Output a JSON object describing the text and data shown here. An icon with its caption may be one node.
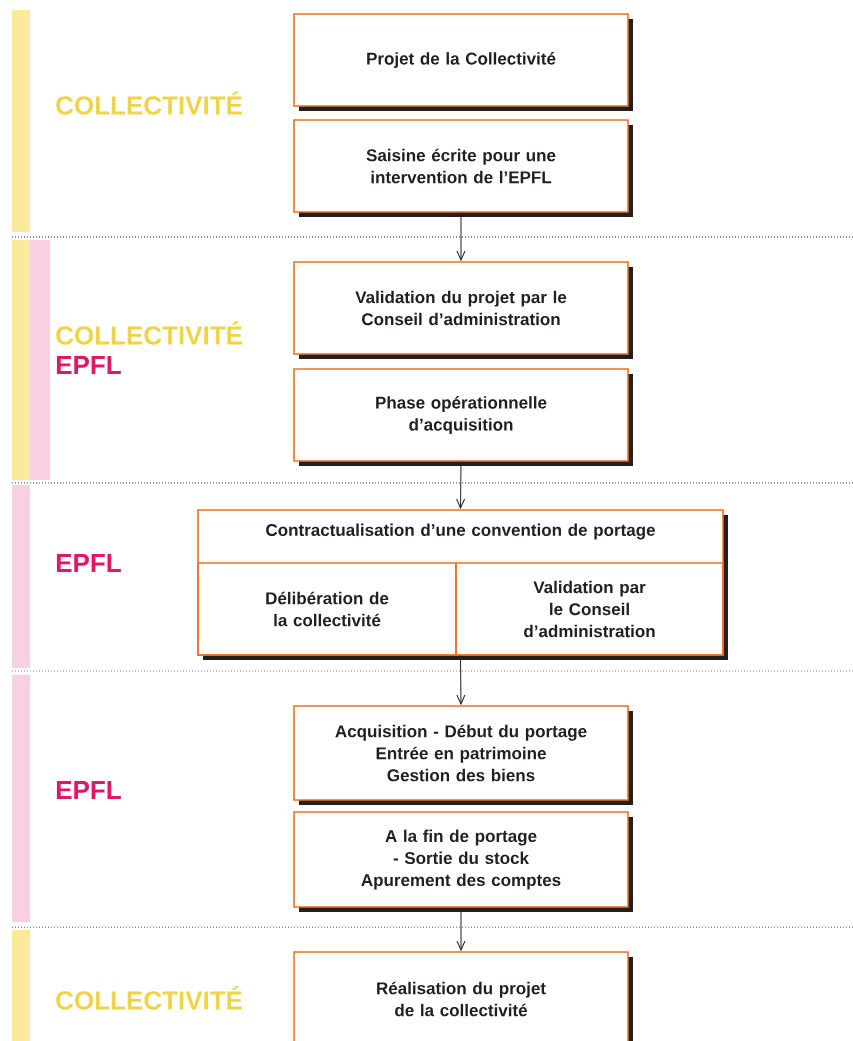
{
  "diagram": {
    "nodes": [
      {
        "text": [
          "Projet de la Collectivité"
        ]
      },
      {
        "text": [
          "Saisine écrite pour une intervention de l’EPFL"
        ]
      },
      {
        "text": [
          "Validation du projet par le Conseil d’administration"
        ]
      },
      {
        "text": [
          "Phase opérationnelle d’acquisition"
        ]
      },
      {
        "text": [
          "Contractualisation d’une convention de portage"
        ]
      },
      {
        "text": [
          "Délibération de la collectivité"
        ],
        "in": 4
      },
      {
        "text": [
          "Validation par le Conseil d’administration"
        ],
        "in": 4
      },
      {
        "text": [
          "Acquisition - Début du portage",
          "Entrée en patrimoine",
          "Gestion des biens"
        ]
      },
      {
        "text": [
          "A la fin de portage - Sortie du stock",
          "Apurement des comptes"
        ]
      },
      {
        "text": [
          "Réalisation du projet de la collectivité"
        ]
      }
    ],
    "edges": [
      {
        "from": 1,
        "to": 2,
        "arrow": "to"
      },
      {
        "from": 3,
        "to": 4,
        "arrow": "to"
      },
      {
        "from": 4,
        "to": 7,
        "arrow": "to"
      },
      {
        "from": 8,
        "to": 9,
        "arrow": "to"
      }
    ],
    "labels": [
      "COLLECTIVITÉ",
      "COLLECTIVITÉ",
      "EPFL",
      "EPFL",
      "EPFL",
      "COLLECTIVITÉ"
    ]
  }
}
